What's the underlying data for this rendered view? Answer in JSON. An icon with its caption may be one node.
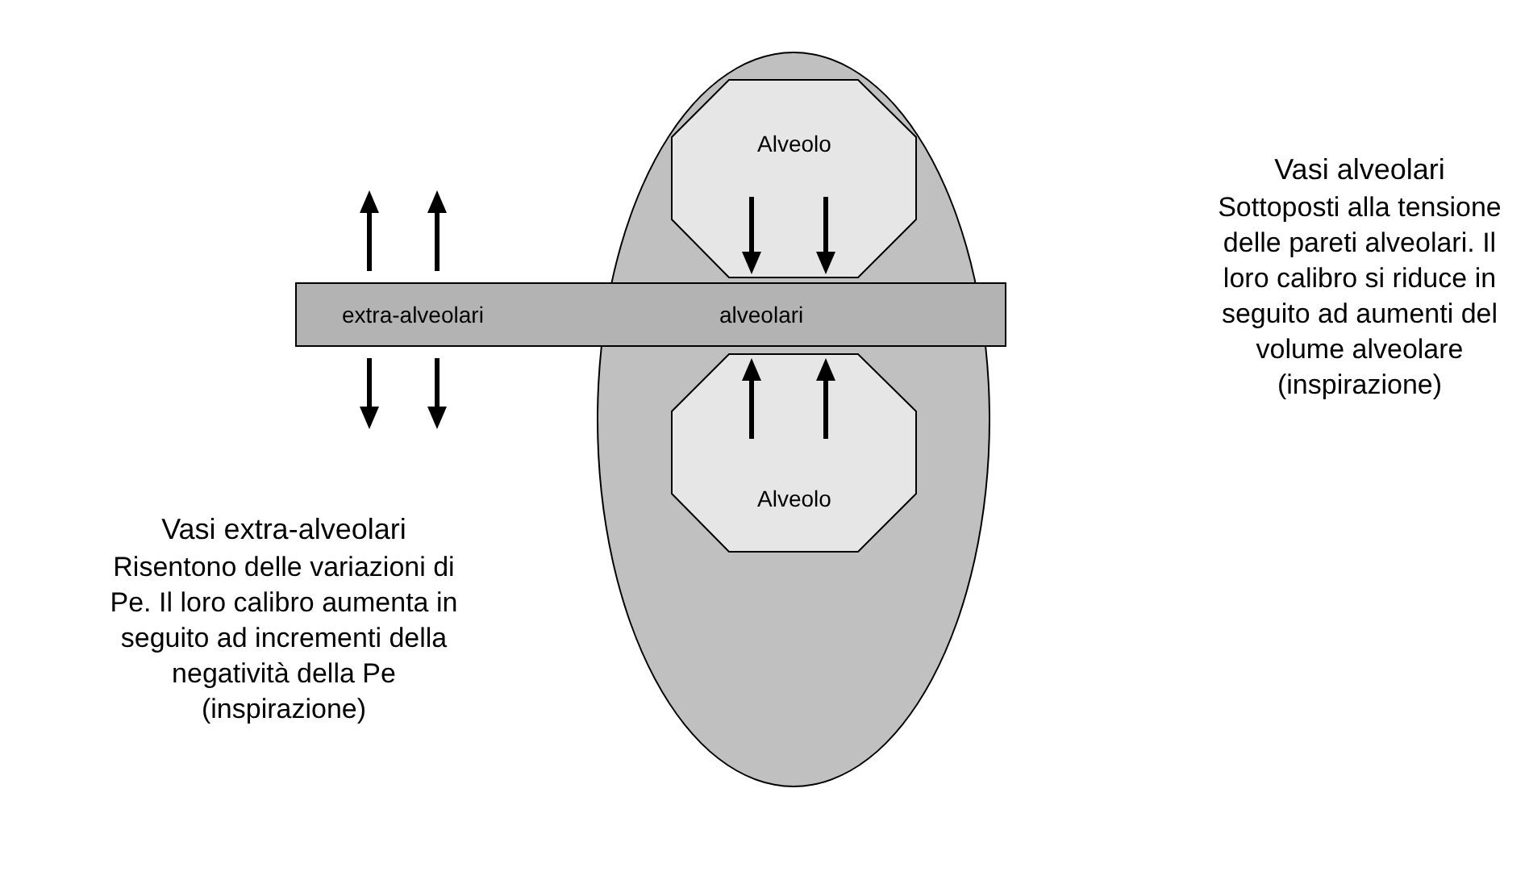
{
  "diagram": {
    "nodes": [
      {
        "text": [],
        "shape": "ellipse"
      },
      {
        "text": [
          "Alveolo"
        ],
        "in": 0
      },
      {
        "text": [
          "Alveolo"
        ],
        "in": 0
      },
      {
        "text": [
          "extra-alveolari",
          "alveolari"
        ]
      }
    ],
    "edges": [],
    "labels": [
      "Vasi alveolari",
      "Sottoposti alla tensione delle pareti alveolari. Il loro calibro si riduce in seguito ad aumenti del volume alveolare (inspirazione)",
      "Vasi extra-alveolari",
      "Risentono delle variazioni di Pe. Il loro calibro aumenta in seguito ad incrementi della negatività della Pe (inspirazione)"
    ]
  }
}
